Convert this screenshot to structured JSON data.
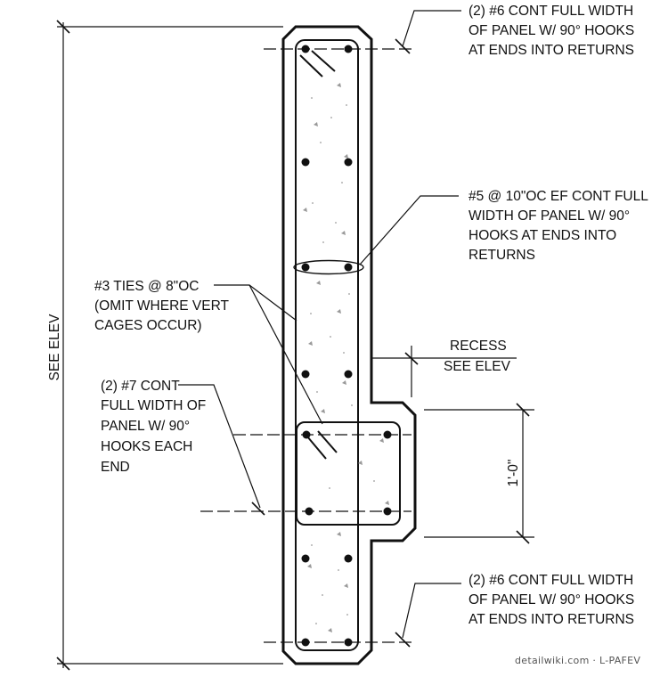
{
  "notes": {
    "top_bars": [
      "(2) #6 CONT FULL WIDTH",
      "OF PANEL W/ 90° HOOKS",
      "AT ENDS INTO RETURNS"
    ],
    "ef_bars": [
      "#5 @ 10\"OC EF CONT FULL",
      "WIDTH OF PANEL W/ 90°",
      "HOOKS AT ENDS INTO",
      "RETURNS"
    ],
    "ties": [
      "#3 TIES @ 8\"OC",
      "(OMIT WHERE VERT",
      "CAGES OCCUR)"
    ],
    "recess": [
      "RECESS",
      "SEE ELEV"
    ],
    "rib_bars": [
      "(2) #7 CONT",
      "FULL WIDTH OF",
      "PANEL W/ 90°",
      "HOOKS EACH",
      "END"
    ],
    "bottom_bars": [
      "(2) #6 CONT FULL WIDTH",
      "OF PANEL W/ 90° HOOKS",
      "AT ENDS INTO RETURNS"
    ]
  },
  "dimensions": {
    "overall": "SEE ELEV",
    "rib_depth": "1'-0\""
  },
  "footer": {
    "credit": "detailwiki.com · L-PAFEV"
  }
}
